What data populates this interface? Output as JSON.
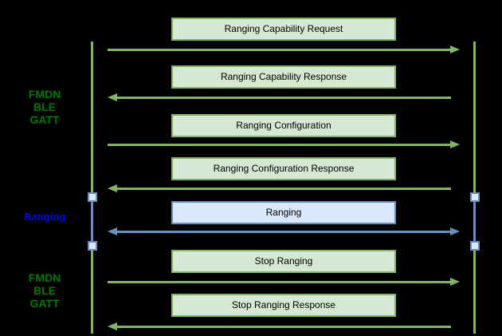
{
  "colors": {
    "background": "#000000",
    "green_stroke": "#82b366",
    "green_fill": "#d5e8d4",
    "blue_stroke": "#6c8ebf",
    "blue_fill": "#dae8fc",
    "side_label_green": "#007700",
    "side_label_blue": "#0000ee",
    "box_text": "#000000"
  },
  "side_labels": [
    {
      "lines": [
        "FMDN",
        "BLE",
        "GATT"
      ],
      "theme": "green"
    },
    {
      "lines": [
        "Ranging"
      ],
      "theme": "blue"
    },
    {
      "lines": [
        "FMDN",
        "BLE",
        "GATT"
      ],
      "theme": "green"
    }
  ],
  "messages": [
    {
      "label": "Ranging Capability Request",
      "direction": "right",
      "theme": "green"
    },
    {
      "label": "Ranging Capability Response",
      "direction": "left",
      "theme": "green"
    },
    {
      "label": "Ranging Configuration",
      "direction": "right",
      "theme": "green"
    },
    {
      "label": "Ranging Configuration Response",
      "direction": "left",
      "theme": "green"
    },
    {
      "label": "Ranging",
      "direction": "both",
      "theme": "blue"
    },
    {
      "label": "Stop Ranging",
      "direction": "right",
      "theme": "green"
    },
    {
      "label": "Stop Ranging Response",
      "direction": "left",
      "theme": "green"
    }
  ]
}
